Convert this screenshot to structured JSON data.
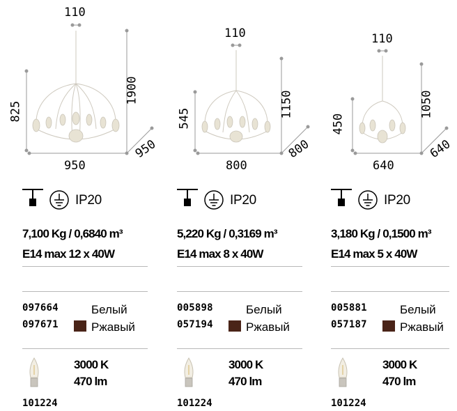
{
  "products": [
    {
      "dims": {
        "top": "110",
        "height_total": "1900",
        "height_body": "825",
        "width": "950",
        "depth": "950"
      },
      "ip": "IP20",
      "weight_volume": "7,100 Kg / 0,6840 m³",
      "bulb_spec": "E14 max 12 x 40W",
      "variants": [
        {
          "code": "097664",
          "finish": "Белый",
          "swatch": "#ffffff"
        },
        {
          "code": "097671",
          "finish": "Ржавый",
          "swatch": "#4a2418"
        }
      ],
      "lamp": {
        "temp": "3000 K",
        "lumen": "470 lm",
        "code": "101224"
      }
    },
    {
      "dims": {
        "top": "110",
        "height_total": "1150",
        "height_body": "545",
        "width": "800",
        "depth": "800"
      },
      "ip": "IP20",
      "weight_volume": "5,220 Kg / 0,3169 m³",
      "bulb_spec": "E14 max 8 x 40W",
      "variants": [
        {
          "code": "005898",
          "finish": "Белый",
          "swatch": "#ffffff"
        },
        {
          "code": "057194",
          "finish": "Ржавый",
          "swatch": "#4a2418"
        }
      ],
      "lamp": {
        "temp": "3000 K",
        "lumen": "470 lm",
        "code": "101224"
      }
    },
    {
      "dims": {
        "top": "110",
        "height_total": "1050",
        "height_body": "450",
        "width": "640",
        "depth": "640"
      },
      "ip": "IP20",
      "weight_volume": "3,180 Kg / 0,1500 m³",
      "bulb_spec": "E14 max 5 x 40W",
      "variants": [
        {
          "code": "005881",
          "finish": "Белый",
          "swatch": "#ffffff"
        },
        {
          "code": "057187",
          "finish": "Ржавый",
          "swatch": "#4a2418"
        }
      ],
      "lamp": {
        "temp": "3000 K",
        "lumen": "470 lm",
        "code": "101224"
      }
    }
  ]
}
